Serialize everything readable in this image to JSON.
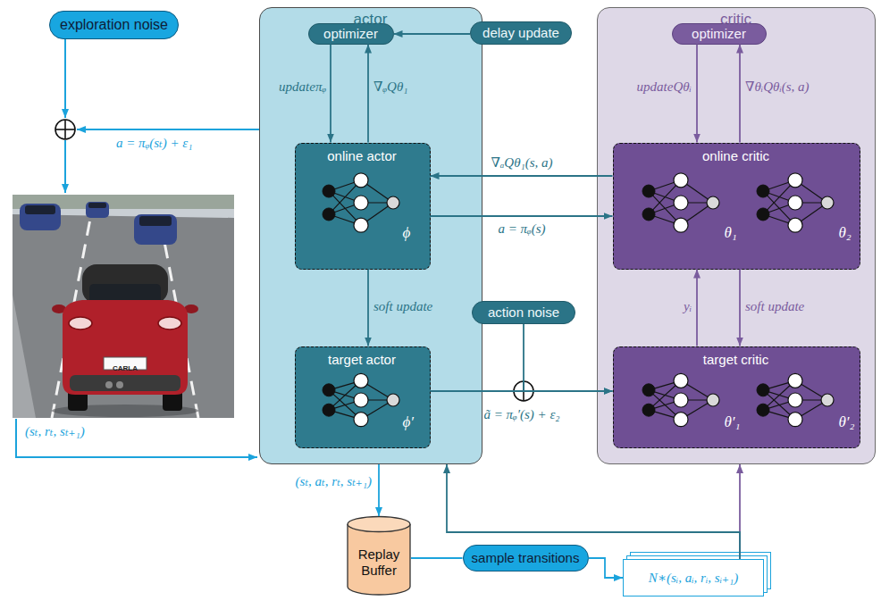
{
  "diagram": {
    "nodes": [
      {
        "text": [
          "actor"
        ]
      },
      {
        "text": [
          "optimizer"
        ],
        "in": 0
      },
      {
        "text": [
          "online actor",
          "ϕ"
        ],
        "in": 0
      },
      {
        "text": [
          "target actor",
          "ϕ′"
        ],
        "in": 0
      },
      {
        "text": [
          "critic"
        ]
      },
      {
        "text": [
          "optimizer"
        ],
        "in": 4
      },
      {
        "text": [
          "online critic",
          "θ₁",
          "θ₂"
        ],
        "in": 4
      },
      {
        "text": [
          "target critic",
          "θ′₁",
          "θ′₂"
        ],
        "in": 4
      },
      {
        "text": [
          "exploration noise"
        ]
      },
      {
        "text": [
          "delay update"
        ]
      },
      {
        "text": [
          "action noise"
        ]
      },
      {
        "text": [
          "Replay Buffer"
        ]
      },
      {
        "text": [
          "sample transitions"
        ]
      },
      {
        "text": [
          "N∗(sᵢ, aᵢ, rᵢ, sᵢ₊₁)"
        ]
      }
    ],
    "edges": [
      {
        "from": 9,
        "to": 1,
        "arrow": "to"
      },
      {
        "from": 1,
        "to": 2,
        "label": "updateπᵩ",
        "arrow": "to"
      },
      {
        "from": 2,
        "to": 1,
        "label": "∇ᵩQθ₁",
        "arrow": "to"
      },
      {
        "from": 6,
        "to": 2,
        "label": "∇ₐQθ₁(s, a)",
        "arrow": "to"
      },
      {
        "from": 2,
        "to": 6,
        "label": "a = πᵩ(s)",
        "arrow": "to"
      },
      {
        "from": 2,
        "to": 3,
        "label": "soft update",
        "arrow": "to"
      },
      {
        "from": 5,
        "to": 6,
        "label": "updateQθᵢ",
        "arrow": "to"
      },
      {
        "from": 6,
        "to": 5,
        "label": "∇θᵢQθᵢ(s, a)",
        "arrow": "to"
      },
      {
        "from": 7,
        "to": 6,
        "label": "yᵢ",
        "arrow": "to"
      },
      {
        "from": 6,
        "to": 7,
        "label": "soft update",
        "arrow": "to"
      },
      {
        "from": 3,
        "to": 7,
        "label": "ã = πᵩ′(s) + ε₂",
        "arrow": "to"
      },
      {
        "from": 10,
        "to": 7,
        "arrow": "to"
      },
      {
        "from": 0,
        "to": 11,
        "label": "(sₜ, aₜ, rₜ, sₜ₊₁)",
        "arrow": "to"
      },
      {
        "from": 11,
        "to": 12,
        "arrow": "none"
      },
      {
        "from": 12,
        "to": 13,
        "arrow": "to"
      },
      {
        "from": 13,
        "to": 4,
        "arrow": "to"
      },
      {
        "from": 13,
        "to": 0,
        "arrow": "to"
      }
    ],
    "labels": [
      "a = πᵩ(sₜ) + ε₁",
      "(sₜ, rₜ, sₜ₊₁)",
      "CARLA"
    ]
  }
}
